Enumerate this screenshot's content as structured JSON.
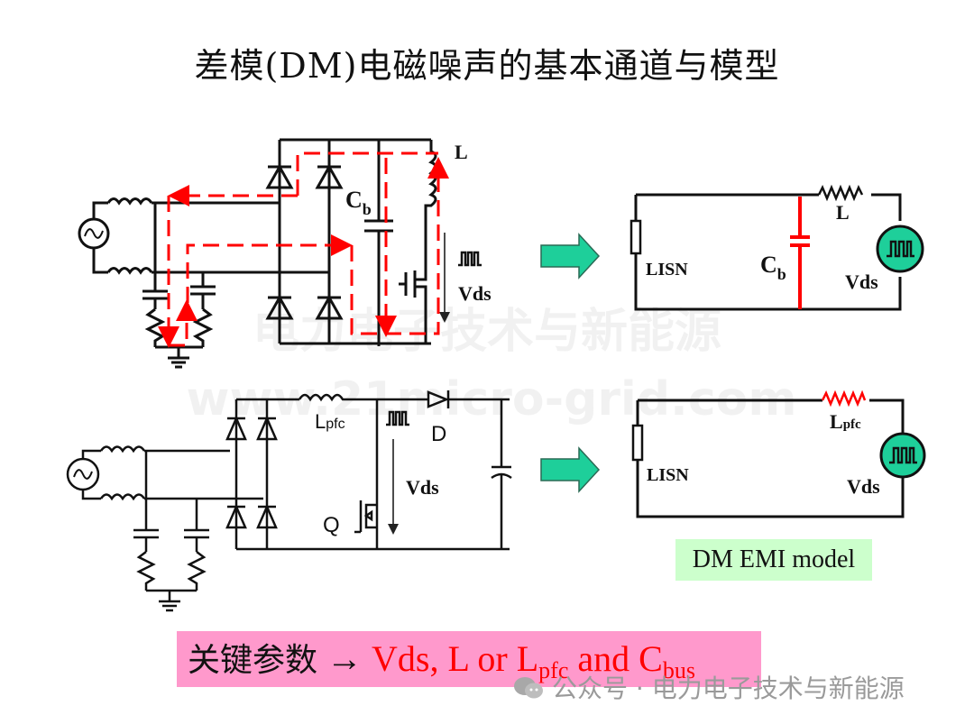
{
  "title": "差模(DM)电磁噪声的基本通道与模型",
  "watermarks": {
    "center_cn": "电力电子技术与新能源",
    "center_url": "www.21micro-grid.com",
    "footer": "公众号 · 电力电子技术与新能源"
  },
  "top_circuit": {
    "inductor_label": "L",
    "capacitor_label_main": "C",
    "capacitor_label_sub": "b",
    "switch_voltage_label": "Vds",
    "noise_path_color": "#ff0000"
  },
  "bottom_circuit": {
    "inductor_label_main": "L",
    "inductor_label_sub": "pfc",
    "switch_voltage_label": "Vds",
    "diode_label": "D",
    "mosfet_label": "Q"
  },
  "top_model": {
    "lisn_label": "LISN",
    "inductor_label": "L",
    "capacitor_label_main": "C",
    "capacitor_label_sub": "b",
    "source_label": "Vds",
    "highlight_color": "#ff0000",
    "source_fill": "#1ecf9a"
  },
  "bottom_model": {
    "lisn_label": "LISN",
    "inductor_label_main": "L",
    "inductor_label_sub": "pfc",
    "source_label": "Vds",
    "highlight_color": "#ff0000",
    "source_fill": "#1ecf9a"
  },
  "arrow_color": "#1ecf9a",
  "model_caption": "DM EMI model",
  "key_params": {
    "prefix": "关键参数",
    "arrow": "→",
    "vds": "Vds, L or L",
    "lpfc_sub": "pfc",
    "and_c": " and C",
    "cbus_sub": "bus"
  }
}
